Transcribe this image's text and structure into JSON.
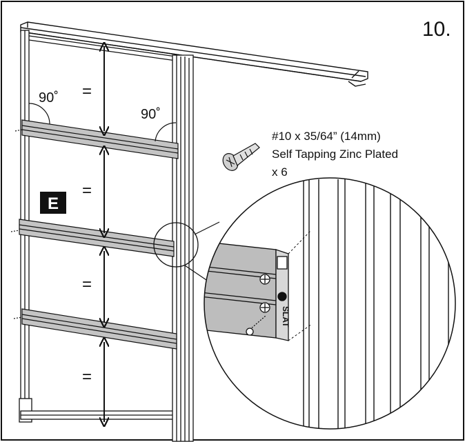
{
  "step_number": "10.",
  "angle_left": "90˚",
  "angle_right": "90˚",
  "equal_sign": "=",
  "part_label": "E",
  "screw": {
    "line1": "#10 x 35/64” (14mm)",
    "line2": "Self Tapping Zinc Plated",
    "line3": "x 6"
  },
  "slat_text": "SLAT",
  "icons": [
    "screw-icon",
    "phillips-screw-head-icon",
    "slat-logo-icon"
  ],
  "colors": {
    "line": "#111111",
    "slat_fill": "#bdbdbd",
    "slat_dark": "#8c8c8c",
    "label_bg": "#111111"
  }
}
